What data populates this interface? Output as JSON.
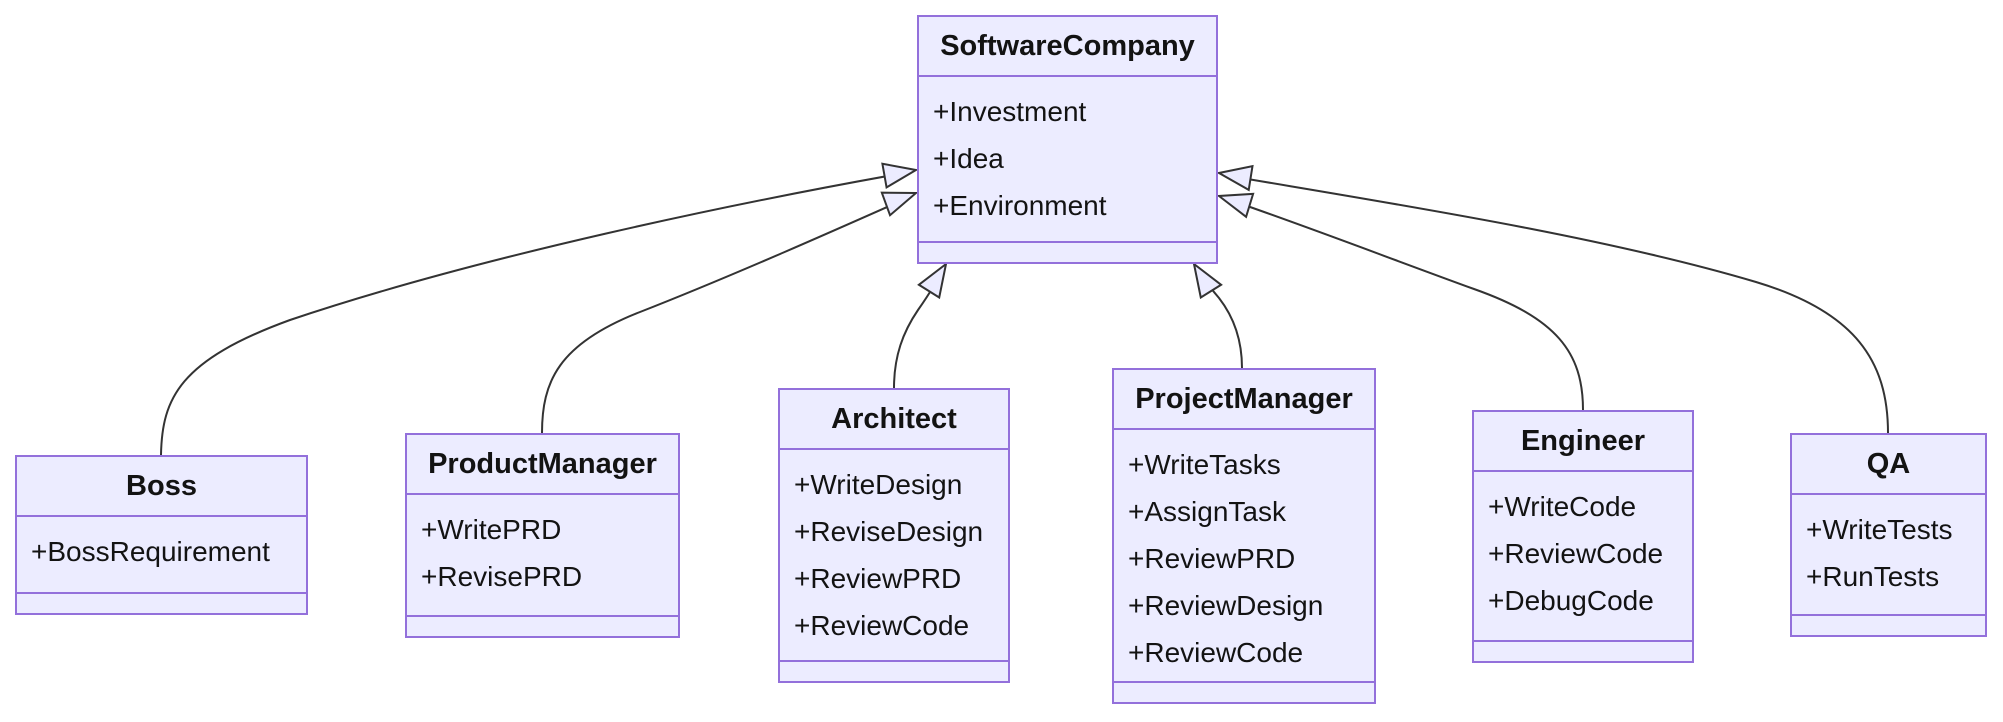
{
  "diagram_type": "uml-class-diagram",
  "theme": {
    "class_fill": "#ECECFF",
    "class_border": "#9370DB",
    "edge_color": "#333333",
    "text_color": "#131313",
    "background": "#FFFFFF"
  },
  "classes": [
    {
      "id": "softwarecompany",
      "name": "SoftwareCompany",
      "members": [
        "+Investment",
        "+Idea",
        "+Environment"
      ]
    },
    {
      "id": "boss",
      "name": "Boss",
      "members": [
        "+BossRequirement"
      ]
    },
    {
      "id": "productmanager",
      "name": "ProductManager",
      "members": [
        "+WritePRD",
        "+RevisePRD"
      ]
    },
    {
      "id": "architect",
      "name": "Architect",
      "members": [
        "+WriteDesign",
        "+ReviseDesign",
        "+ReviewPRD",
        "+ReviewCode"
      ]
    },
    {
      "id": "projectmanager",
      "name": "ProjectManager",
      "members": [
        "+WriteTasks",
        "+AssignTask",
        "+ReviewPRD",
        "+ReviewDesign",
        "+ReviewCode"
      ]
    },
    {
      "id": "engineer",
      "name": "Engineer",
      "members": [
        "+WriteCode",
        "+ReviewCode",
        "+DebugCode"
      ]
    },
    {
      "id": "qa",
      "name": "QA",
      "members": [
        "+WriteTests",
        "+RunTests"
      ]
    }
  ],
  "relationships": [
    {
      "from": "Boss",
      "to": "SoftwareCompany",
      "type": "inheritance"
    },
    {
      "from": "ProductManager",
      "to": "SoftwareCompany",
      "type": "inheritance"
    },
    {
      "from": "Architect",
      "to": "SoftwareCompany",
      "type": "inheritance"
    },
    {
      "from": "ProjectManager",
      "to": "SoftwareCompany",
      "type": "inheritance"
    },
    {
      "from": "Engineer",
      "to": "SoftwareCompany",
      "type": "inheritance"
    },
    {
      "from": "QA",
      "to": "SoftwareCompany",
      "type": "inheritance"
    }
  ]
}
